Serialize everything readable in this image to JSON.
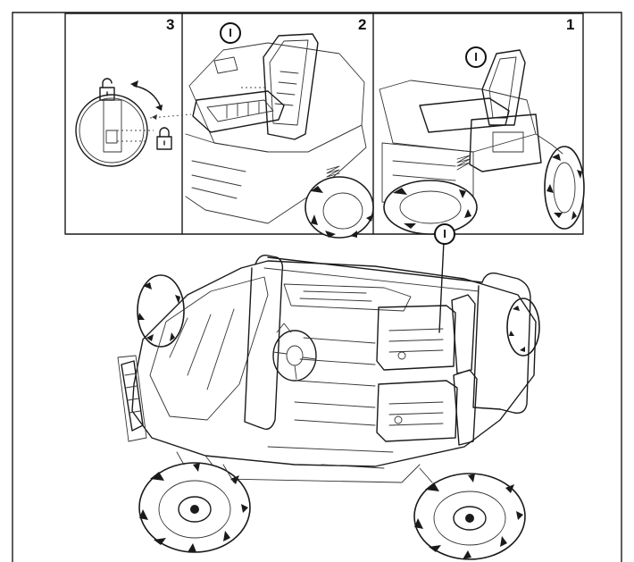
{
  "steps": [
    {
      "number": "3",
      "callout": ""
    },
    {
      "number": "2",
      "callout": "I"
    },
    {
      "number": "1",
      "callout": "I"
    }
  ],
  "main_callout": "I",
  "icons": {
    "unlock": "unlocked-padlock-icon",
    "lock": "locked-padlock-icon",
    "rotate": "curved-double-arrow-icon"
  }
}
